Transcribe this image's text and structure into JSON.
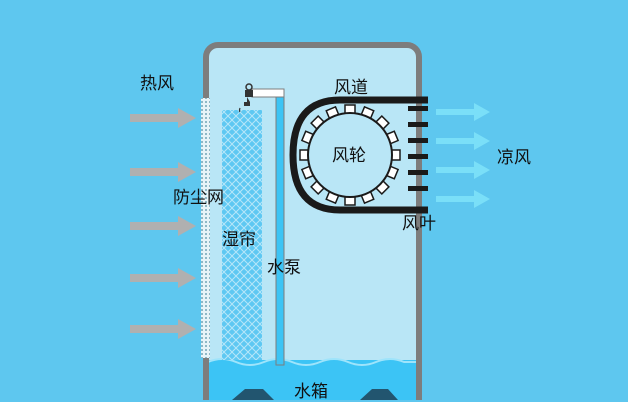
{
  "labels": {
    "hot_air": "热风",
    "dust_net": "防尘网",
    "wet_curtain": "湿帘",
    "water_pump": "水泵",
    "water_tank": "水箱",
    "air_duct": "风道",
    "wind_wheel": "风轮",
    "fan_blade": "风叶",
    "cool_air": "凉风"
  },
  "colors": {
    "background": "#5ec7ef",
    "housing": "#7d7d7d",
    "wet_curtain": "#5ec8f2",
    "water": "#3cc4f5",
    "hot_arrow": "#b0b0b0",
    "cool_arrow": "#7adff8",
    "duct": "#1a1a1a"
  },
  "icons": [
    "faucet-icon",
    "hot-air-arrow-icon",
    "cool-air-arrow-icon",
    "wind-wheel-icon"
  ]
}
